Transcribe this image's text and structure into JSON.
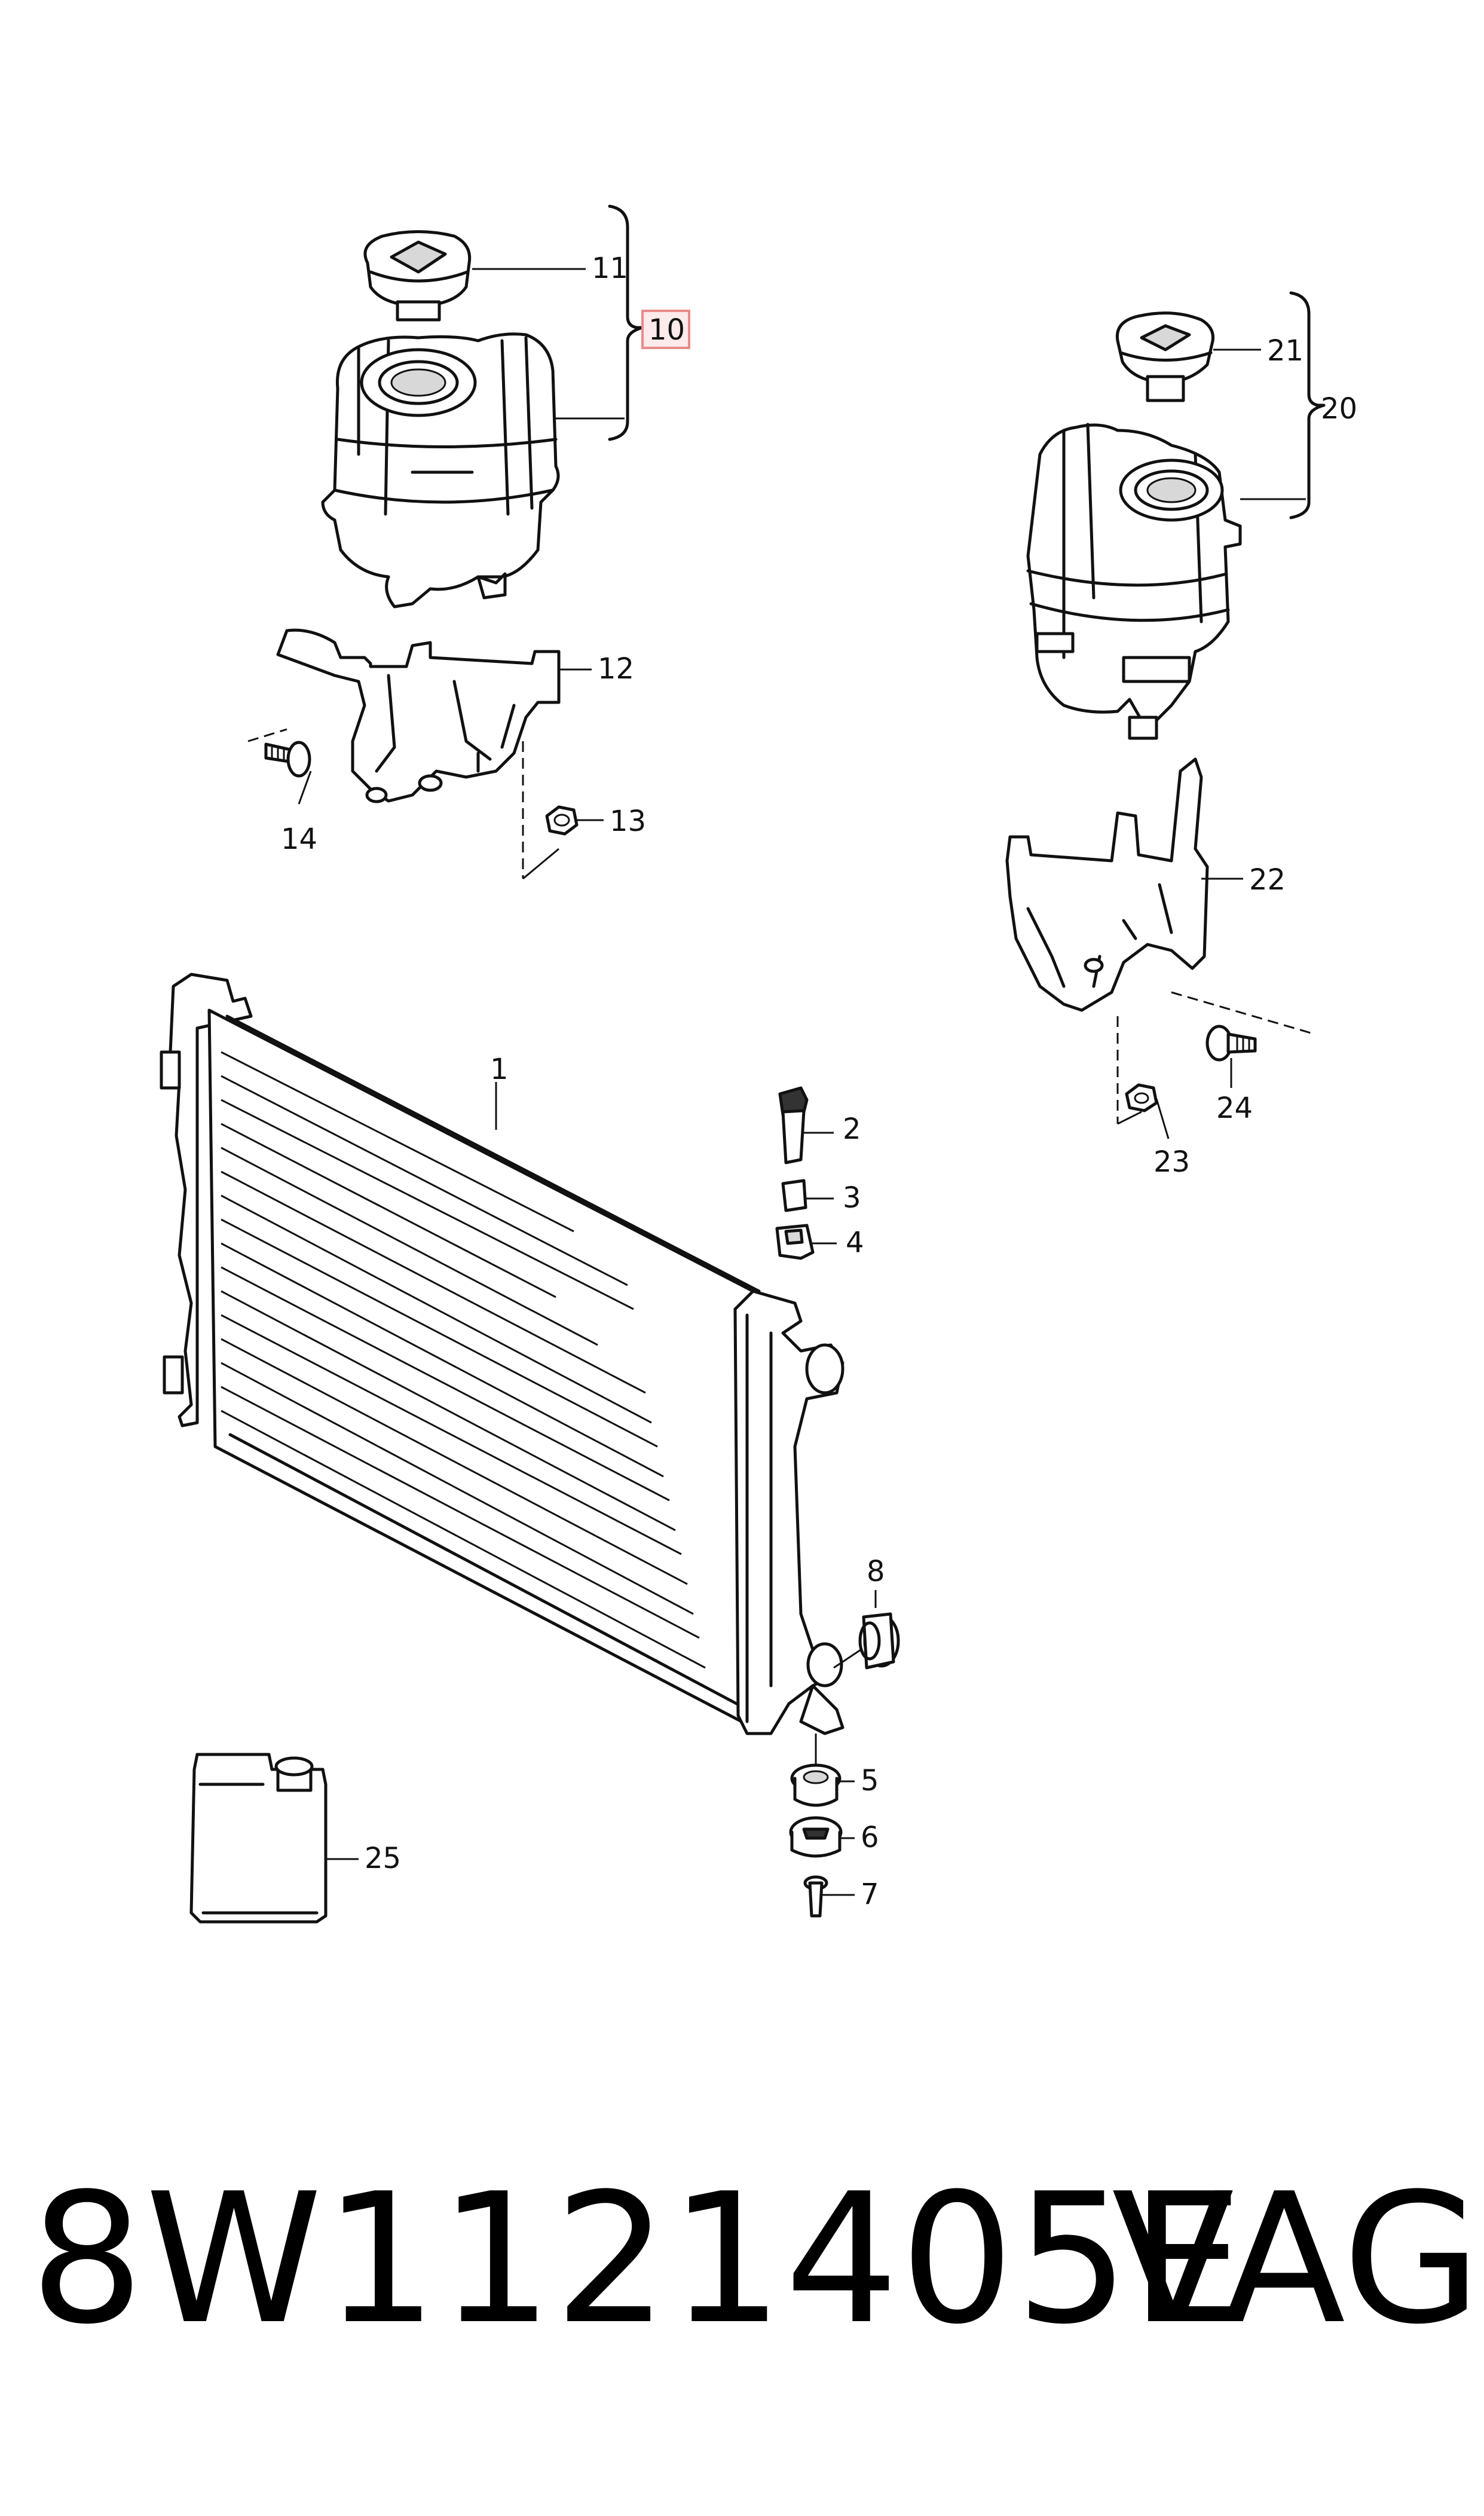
{
  "callouts": {
    "c1": "1",
    "c2": "2",
    "c3": "3",
    "c4": "4",
    "c5": "5",
    "c6": "6",
    "c7": "7",
    "c8": "8",
    "c10": "10",
    "c11": "11",
    "c12": "12",
    "c13": "13",
    "c14": "14",
    "c20": "20",
    "c21": "21",
    "c22": "22",
    "c23": "23",
    "c24": "24",
    "c25": "25"
  },
  "highlighted_callout": "10",
  "highlight_color": "#e98a8a",
  "footer": {
    "part_number": "8W1121405E",
    "brand": "VAG"
  }
}
